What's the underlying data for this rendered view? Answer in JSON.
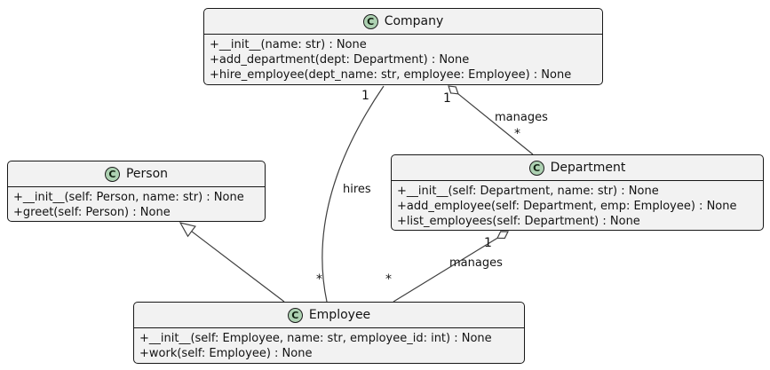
{
  "diagram_type": "uml-class-diagram",
  "colors": {
    "background": "#FFFFFF",
    "class_fill": "#F2F2F2",
    "class_border": "#181818",
    "spot_fill": "#ADD1B2",
    "line": "#3F3F3F"
  },
  "classes": [
    {
      "name": "Company",
      "icon_letter": "C",
      "members": [
        "+__init__(name: str) : None",
        "+add_department(dept: Department) : None",
        "+hire_employee(dept_name: str, employee: Employee) : None"
      ]
    },
    {
      "name": "Person",
      "icon_letter": "C",
      "members": [
        "+__init__(self: Person, name: str) : None",
        "+greet(self: Person) : None"
      ]
    },
    {
      "name": "Department",
      "icon_letter": "C",
      "members": [
        "+__init__(self: Department, name: str) : None",
        "+add_employee(self: Department, emp: Employee) : None",
        "+list_employees(self: Department) : None"
      ]
    },
    {
      "name": "Employee",
      "icon_letter": "C",
      "members": [
        "+__init__(self: Employee, name: str, employee_id: int) : None",
        "+work(self: Employee) : None"
      ]
    }
  ],
  "edges": [
    {
      "type": "association",
      "from": "Company",
      "to": "Employee",
      "label": "hires",
      "from_mult": "1",
      "to_mult": "*"
    },
    {
      "type": "aggregation",
      "from": "Company",
      "to": "Department",
      "label": "manages",
      "from_mult": "1",
      "to_mult": "*"
    },
    {
      "type": "aggregation",
      "from": "Department",
      "to": "Employee",
      "label": "manages",
      "from_mult": "1",
      "to_mult": "*"
    },
    {
      "type": "inheritance",
      "from": "Employee",
      "to": "Person",
      "label": ""
    }
  ]
}
